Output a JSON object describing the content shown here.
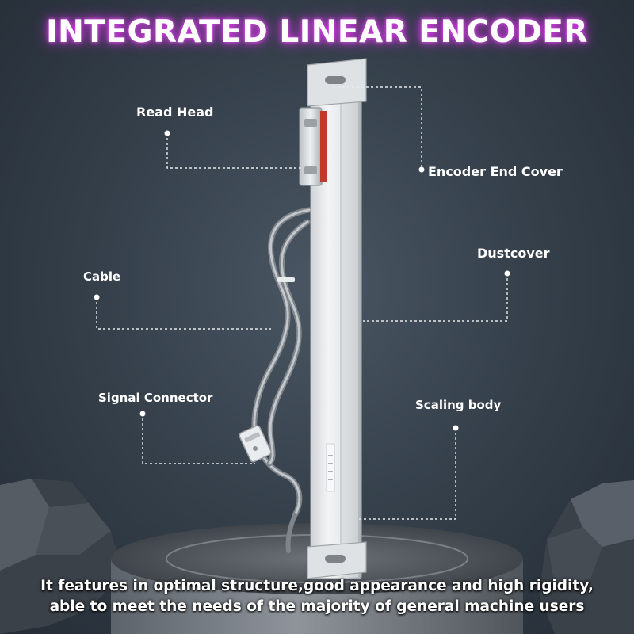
{
  "title": "INTEGRATED LINEAR ENCODER",
  "callouts": {
    "read_head": "Read Head",
    "encoder_end_cover": "Encoder End Cover",
    "dustcover": "Dustcover",
    "cable": "Cable",
    "signal_connector": "Signal Connector",
    "scaling_body": "Scaling body"
  },
  "caption": {
    "line1": "It features in optimal structure,good appearance and high rigidity,",
    "line2": "able to meet the needs of the majority of general machine users"
  },
  "colors": {
    "title_glow": "#c93bd8",
    "background": "#36414c",
    "text": "#ffffff",
    "read_head_accent": "#c0392b"
  }
}
